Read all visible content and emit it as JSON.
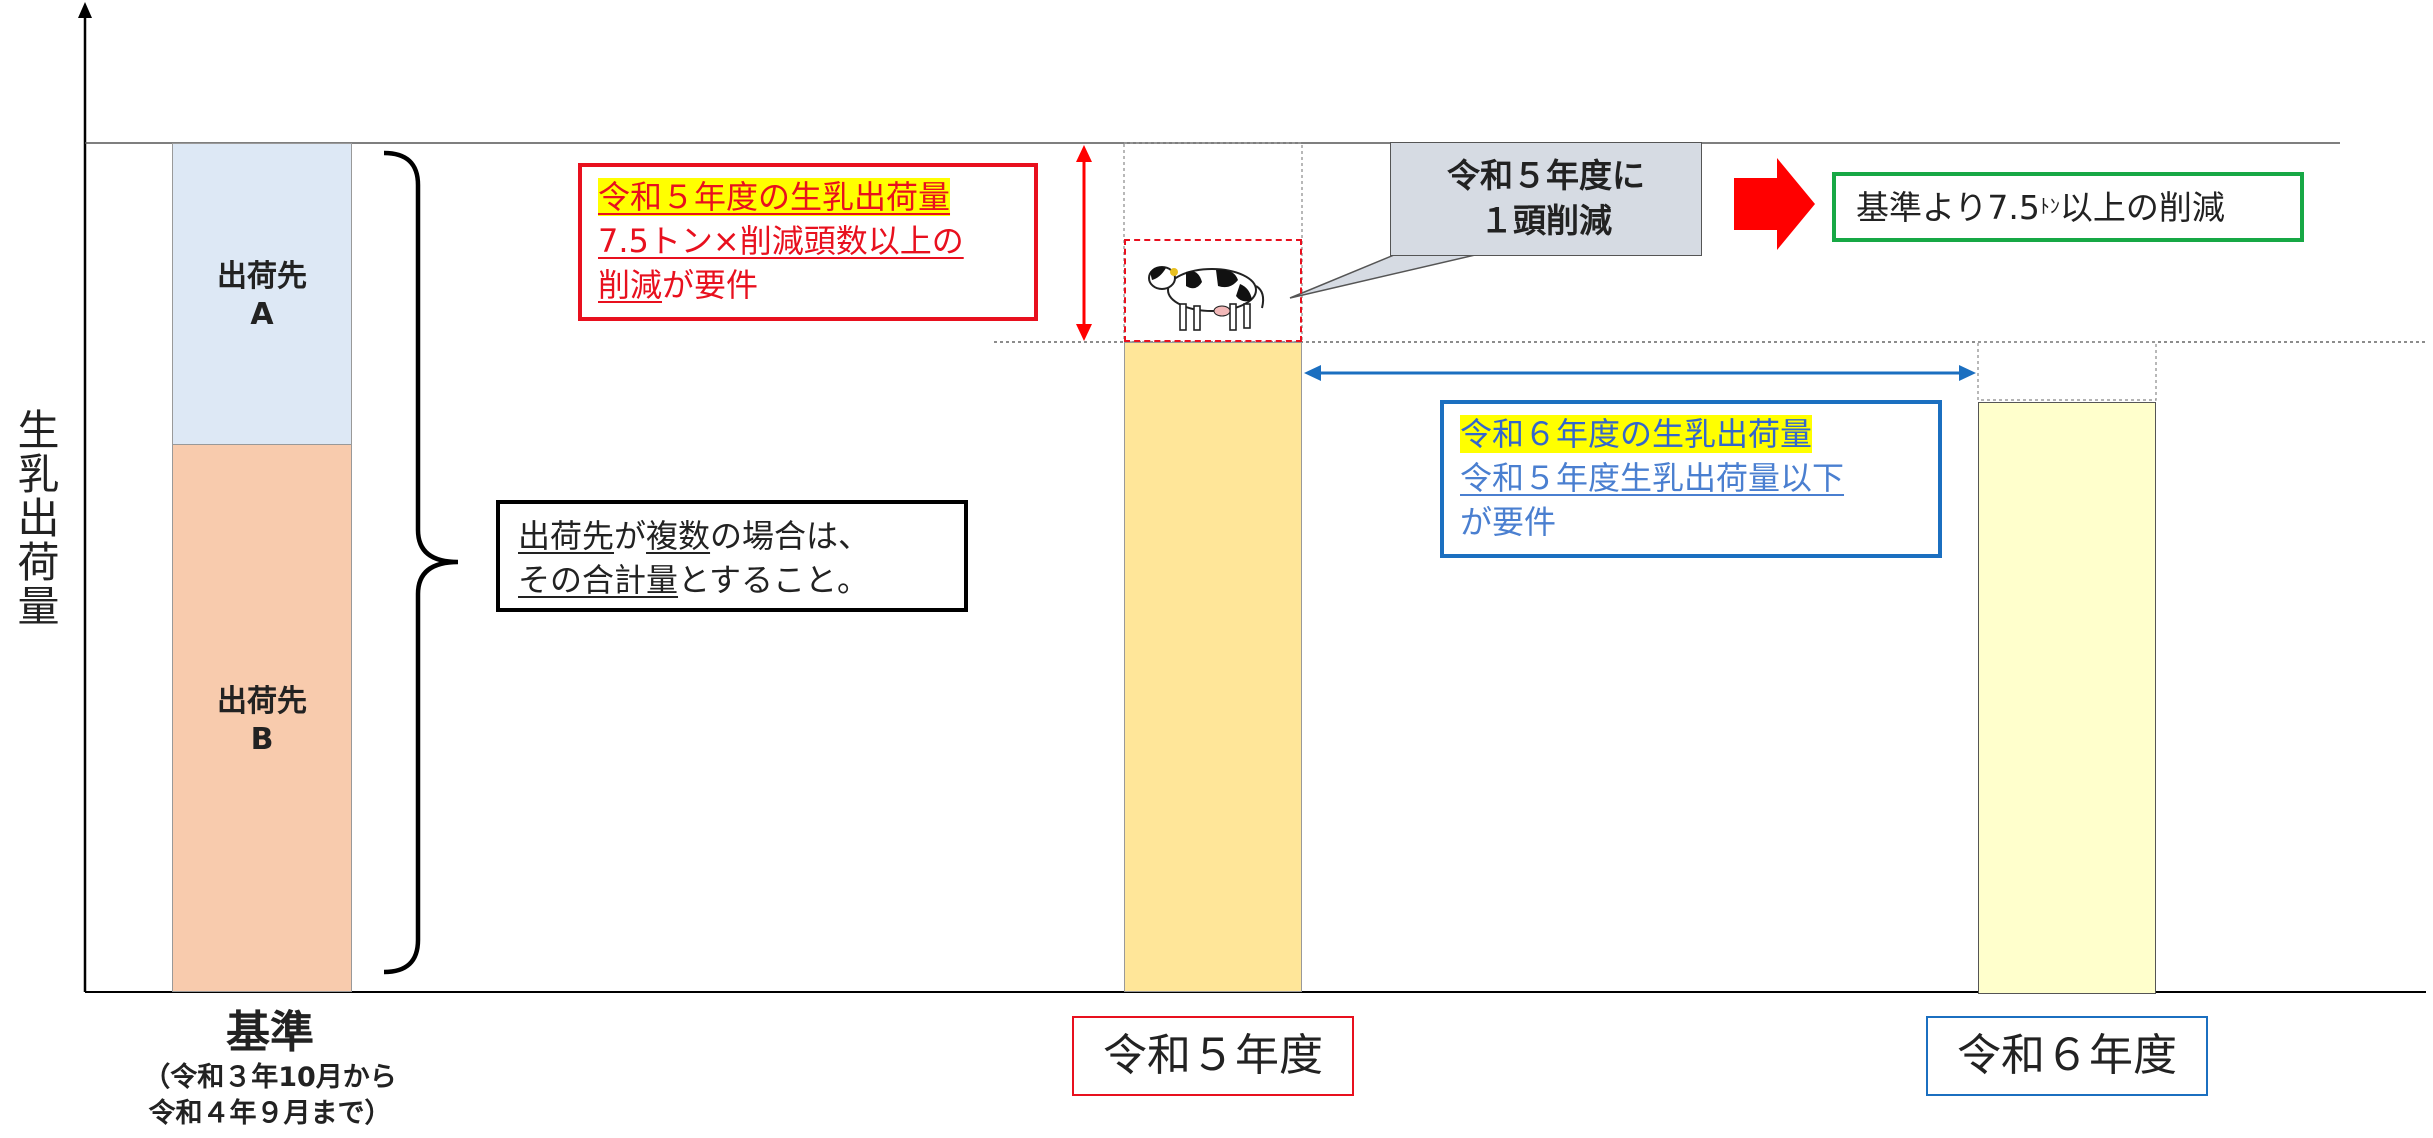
{
  "y_axis_label": "生乳出荷量",
  "baseline": {
    "title": "基準",
    "subtitle_line1": "（令和３年10月から",
    "subtitle_line2": "令和４年９月まで）",
    "segment_a_line1": "出荷先",
    "segment_a_line2": "A",
    "segment_b_line1": "出荷先",
    "segment_b_line2": "B",
    "color_a": "#dde8f5",
    "color_b": "#f8cbad"
  },
  "sum_note": {
    "line1_underlined": "出荷先",
    "line1_mid": "が",
    "line1_underlined2": "複数",
    "line1_rest": "の場合は、",
    "line2_underlined": "その合計量",
    "line2_rest": "とすること。"
  },
  "r5_note": {
    "line1": "令和５年度の生乳出荷量",
    "line2": "7.5トン×削減頭数以上の",
    "line3_underlined": "削減",
    "line3_rest": "が要件",
    "color": "#e8101e"
  },
  "callout": {
    "line1": "令和５年度に",
    "line2": "１頭削減"
  },
  "result_note": {
    "text_before": "基準より7.5",
    "unit_small": "ﾄﾝ",
    "text_after": "以上の削減",
    "color": "#17a845"
  },
  "r6_note": {
    "line1": "令和６年度の生乳出荷量",
    "line2": "令和５年度生乳出荷量以下",
    "line3": "が要件",
    "color": "#1b6fc0"
  },
  "r5_label": "令和５年度",
  "r6_label": "令和６年度",
  "r5_bar_color": "#ffe699",
  "r6_bar_color": "#ffffcc",
  "arrow_red": "#ff0000",
  "cow_icon": "cow-icon"
}
